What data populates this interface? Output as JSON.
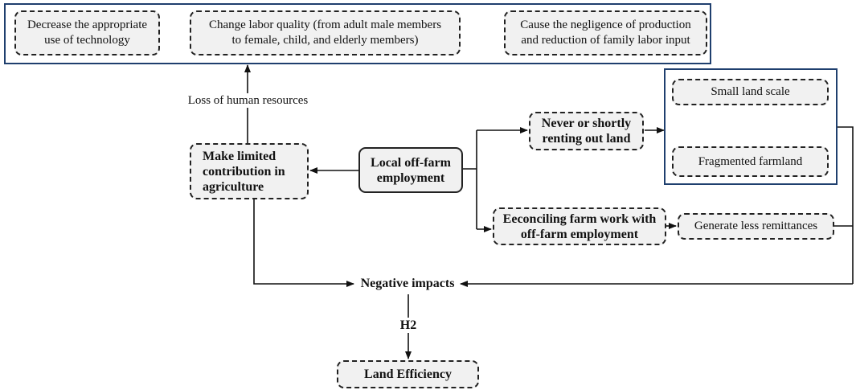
{
  "top_effects": {
    "technology": "Decrease the appropriate\nuse of technology",
    "labor_quality": "Change labor quality (from adult male members\nto female, child, and elderly members)",
    "negligence": "Cause the negligence of production\nand reduction of family labor input"
  },
  "labels": {
    "loss_human_resources": "Loss of human resources",
    "negative_impacts": "Negative impacts",
    "h2": "H2"
  },
  "nodes": {
    "limited_contribution": "Make limited\ncontribution in\nagriculture",
    "local_offfarm": "Local off-farm\nemployment",
    "renting_out": "Never or shortly\nrenting out land",
    "reconciling": "Eeconciling farm work with\noff-farm employment",
    "remittances": "Generate less remittances",
    "land_efficiency": "Land Efficiency"
  },
  "land_group": {
    "small_scale": "Small land scale",
    "fragmented": "Fragmented farmland"
  },
  "colors": {
    "frame": "#1f3f6e",
    "box_fill": "#f1f1f1",
    "line": "#111111"
  }
}
